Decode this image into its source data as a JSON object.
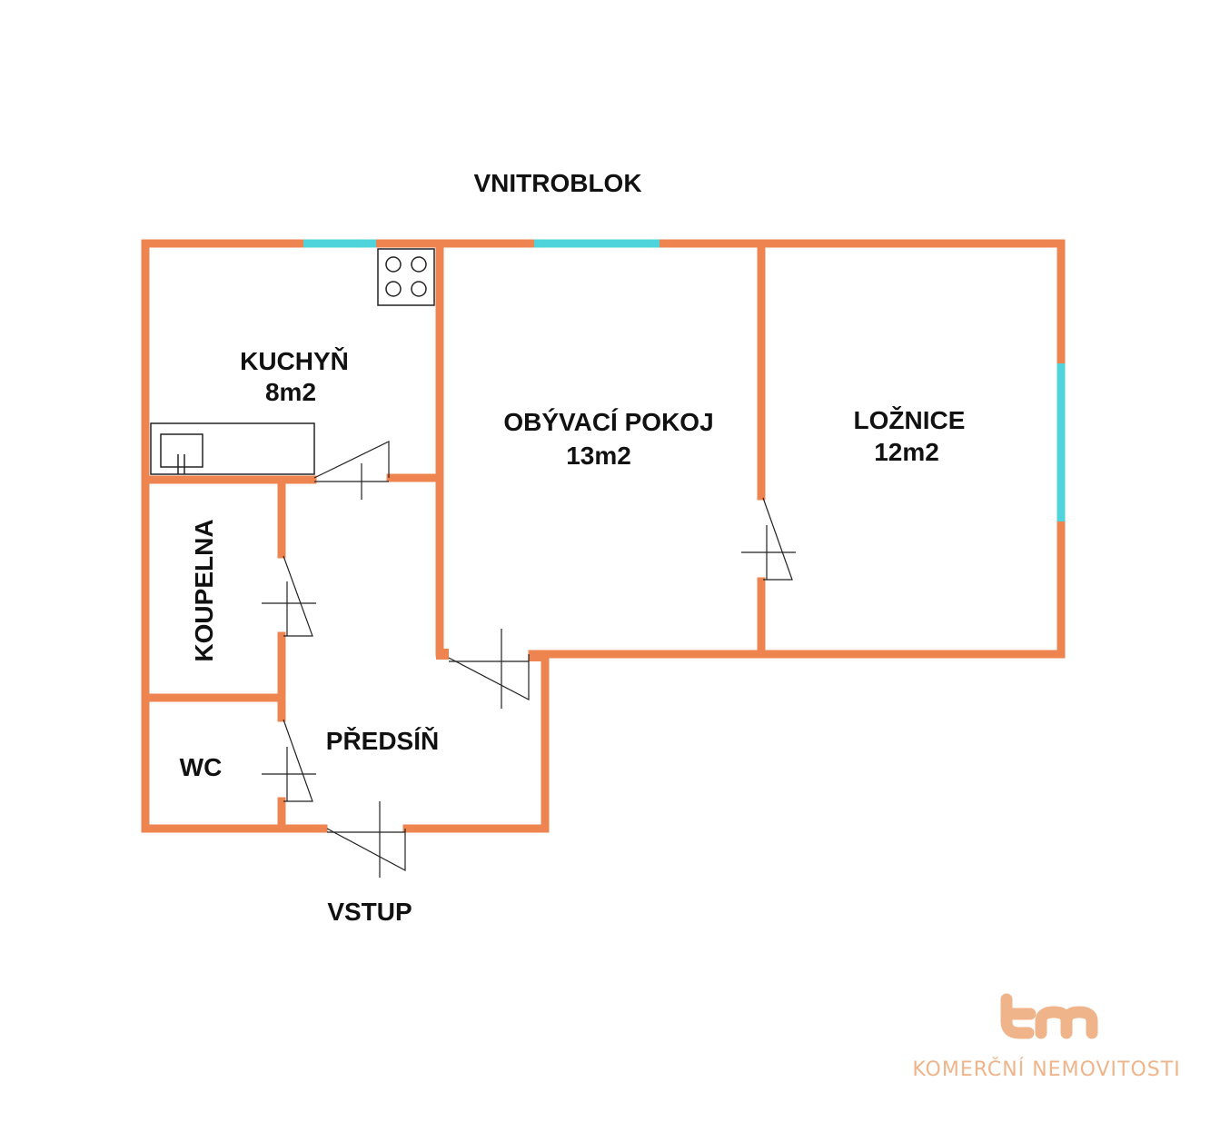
{
  "labels": {
    "courtyard": "VNITROBLOK",
    "entrance": "VSTUP"
  },
  "rooms": {
    "kitchen": {
      "name": "KUCHYŇ",
      "area": "8m2"
    },
    "living": {
      "name": "OBÝVACÍ POKOJ",
      "area": "13m2"
    },
    "bedroom": {
      "name": "LOŽNICE",
      "area": "12m2"
    },
    "bathroom": {
      "name": "KOUPELNA"
    },
    "toilet": {
      "name": "WC"
    },
    "hall": {
      "name": "PŘEDSÍŇ"
    }
  },
  "brand": {
    "tagline": "KOMERČNÍ NEMOVITOSTI",
    "logo_icon": "tn-monogram-icon"
  },
  "colors": {
    "wall": "#ee8550",
    "window": "#4fd4dc",
    "logo": "#f0b48a"
  }
}
